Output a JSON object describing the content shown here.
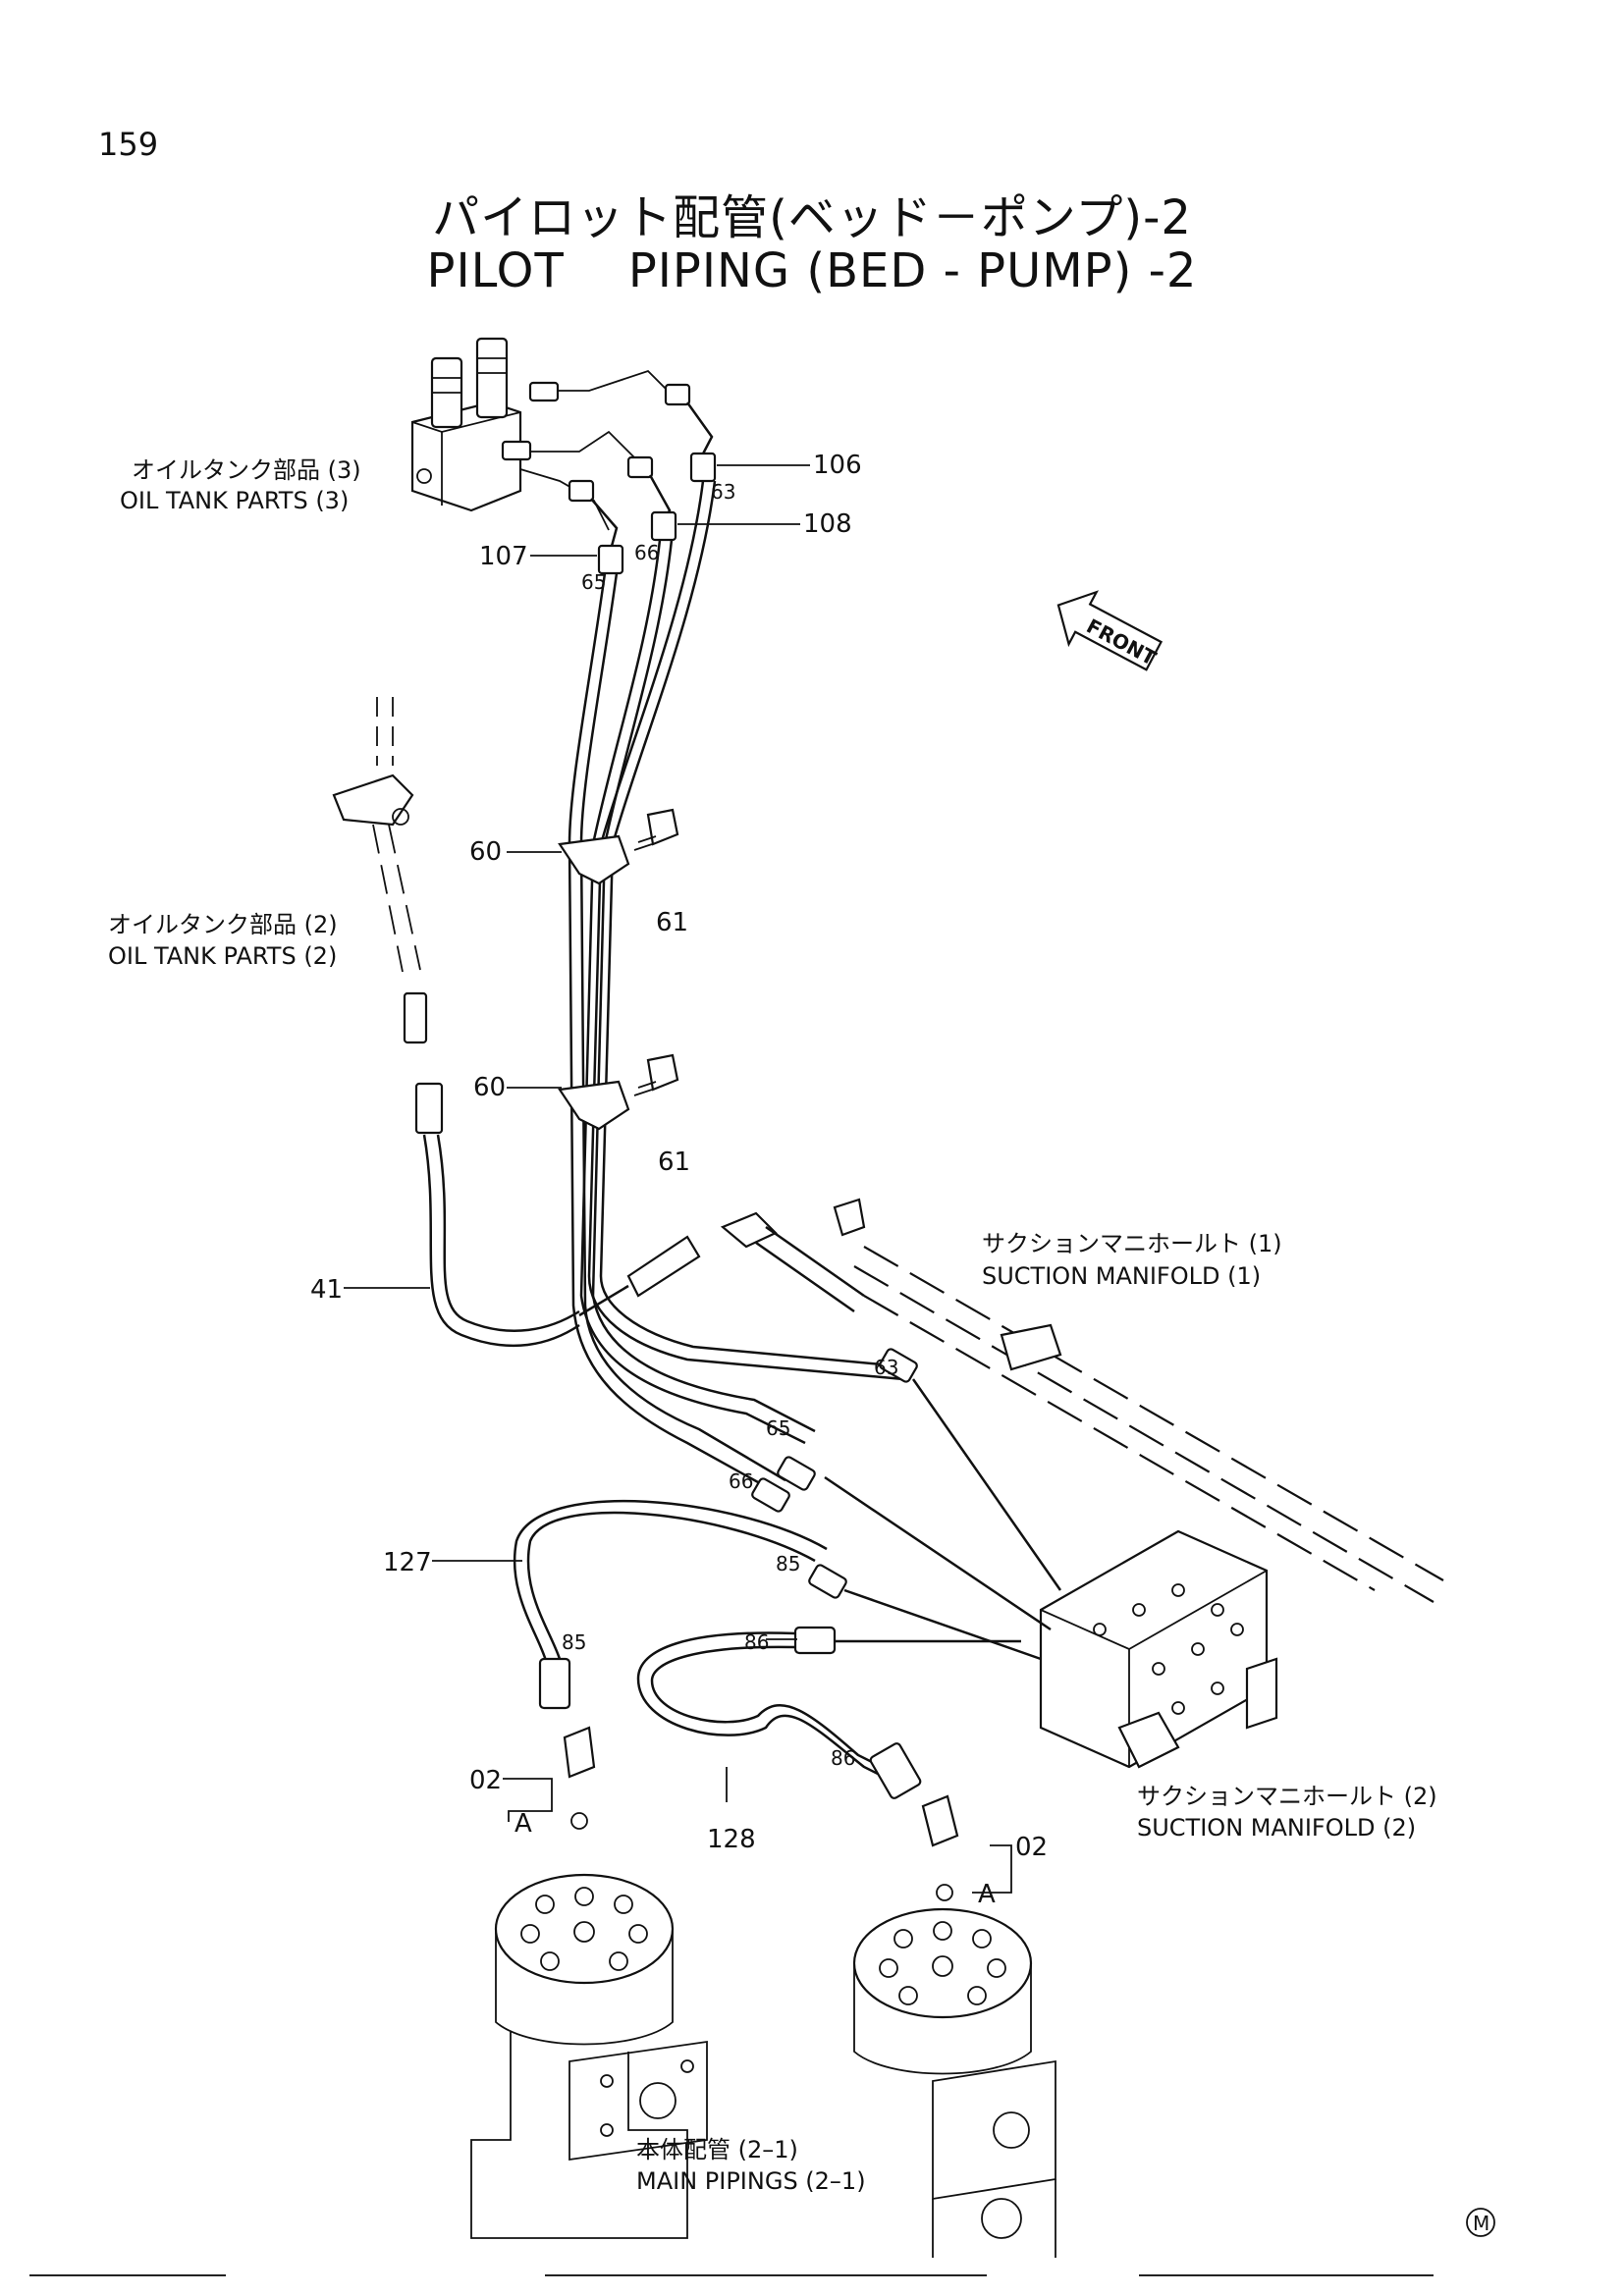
{
  "page_number": "159",
  "title_jp": "パイロット配管(ベッド－ポンプ)-2",
  "title_en": "PILOT    PIPING (BED - PUMP) -2",
  "front_label": "FRONT",
  "watermark": "M",
  "callouts": {
    "oil_tank_3_jp": "オイルタンク部品 (3)",
    "oil_tank_3_en": "OIL  TANK  PARTS  (3)",
    "oil_tank_2_jp": "オイルタンク部品 (2)",
    "oil_tank_2_en": "OIL  TANK  PARTS  (2)",
    "suction_1_jp": "サクションマニホールト (1)",
    "suction_1_en": "SUCTION  MANIFOLD  (1)",
    "suction_2_jp": "サクションマニホールト (2)",
    "suction_2_en": "SUCTION  MANIFOLD  (2)",
    "main_piping_jp": "本体配管 (2–1)",
    "main_piping_en": "MAIN  PIPINGS (2–1)"
  },
  "part_numbers": {
    "p106": "106",
    "p108": "108",
    "p107": "107",
    "p63a": "63",
    "p66a": "66",
    "p65a": "65",
    "p60a": "60",
    "p61a": "61",
    "p60b": "60",
    "p61b": "61",
    "p41": "41",
    "p63b": "63",
    "p65b": "65",
    "p66b": "66",
    "p85a": "85",
    "p127": "127",
    "p85b": "85",
    "p86a": "86",
    "p86b": "86",
    "p128": "128",
    "p02a": "02",
    "p02b": "02",
    "pA1": "A",
    "pA2": "A"
  }
}
